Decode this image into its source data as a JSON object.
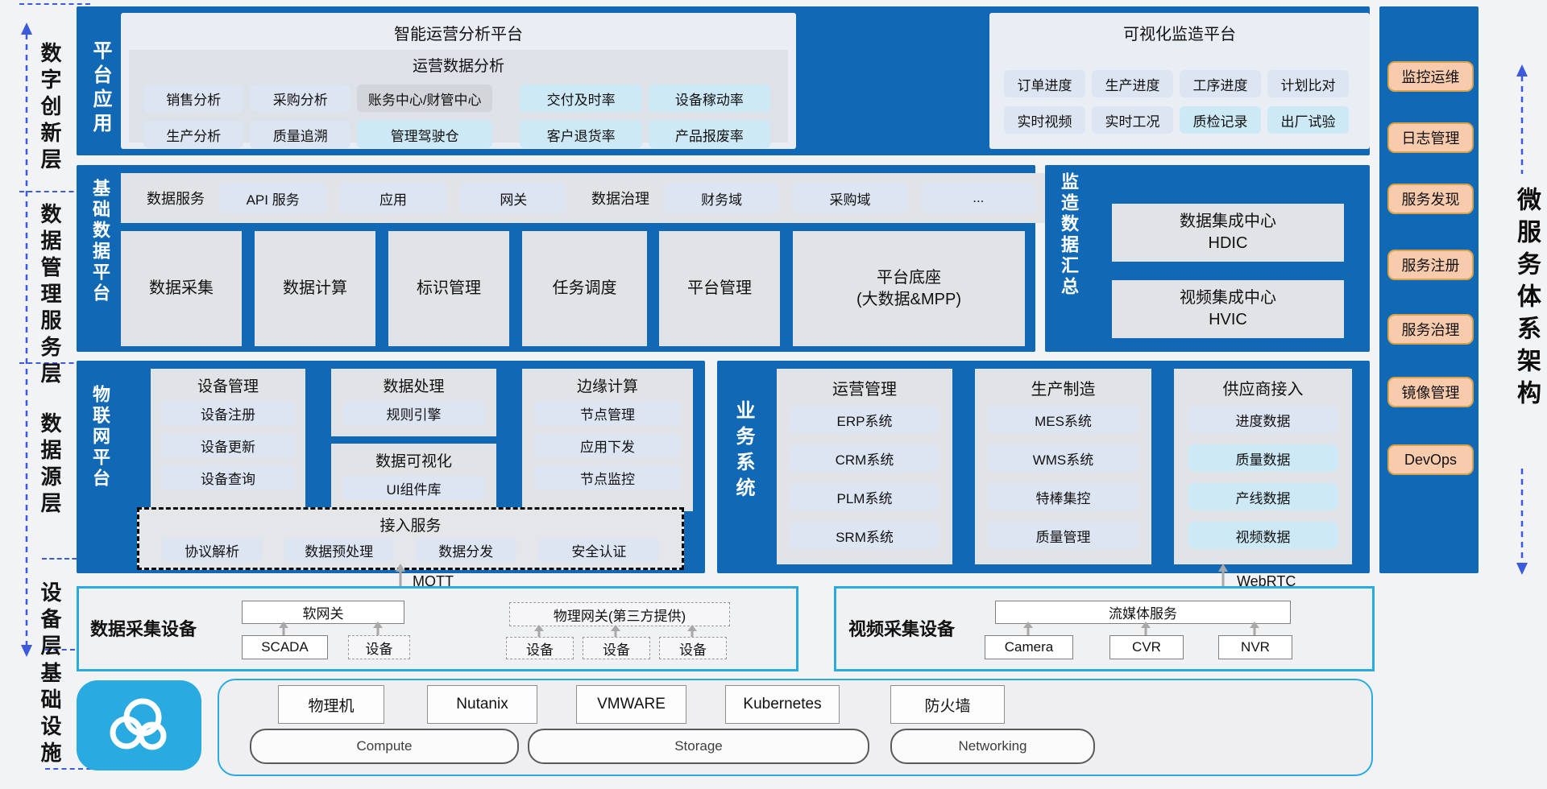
{
  "left_rail": {
    "layers": [
      "数字创新层",
      "数据管理服务层",
      "数据源层",
      "设备层",
      "基础设施"
    ]
  },
  "row_platform": {
    "side_label": "平台应用",
    "ops": {
      "title": "智能运营分析平台",
      "subtitle": "运营数据分析",
      "row1": [
        "销售分析",
        "采购分析",
        "账务中心/财管中心",
        "交付及时率",
        "设备稼动率"
      ],
      "row2": [
        "生产分析",
        "质量追溯",
        "管理驾驶仓",
        "客户退货率",
        "产品报废率"
      ]
    },
    "visual": {
      "title": "可视化监造平台",
      "row1": [
        "订单进度",
        "生产进度",
        "工序进度",
        "计划比对"
      ],
      "row2": [
        "实时视频",
        "实时工况",
        "质检记录",
        "出厂试验"
      ]
    }
  },
  "row_data": {
    "base": {
      "side_label": "基础数据平台",
      "svc_group": {
        "label": "数据服务",
        "items": [
          "API 服务",
          "应用",
          "网关"
        ]
      },
      "gov_group": {
        "label": "数据治理",
        "items": [
          "财务域",
          "采购域",
          "..."
        ]
      },
      "modules": [
        "数据采集",
        "数据计算",
        "标识管理",
        "任务调度",
        "平台管理"
      ],
      "base_module": {
        "line1": "平台底座",
        "line2": "(大数据&MPP)"
      }
    },
    "summary": {
      "side_label": "监造数据汇总",
      "centers": [
        {
          "line1": "数据集成中心",
          "line2": "HDIC"
        },
        {
          "line1": "视频集成中心",
          "line2": "HVIC"
        }
      ]
    }
  },
  "row_source": {
    "iot": {
      "side_label": "物联网平台",
      "device_mgmt": {
        "title": "设备管理",
        "items": [
          "设备注册",
          "设备更新",
          "设备查询"
        ]
      },
      "data_proc": {
        "title": "数据处理",
        "items": [
          "规则引擎"
        ]
      },
      "data_vis": {
        "title": "数据可视化",
        "items": [
          "UI组件库"
        ]
      },
      "edge": {
        "title": "边缘计算",
        "items": [
          "节点管理",
          "应用下发",
          "节点监控"
        ]
      },
      "access": {
        "title": "接入服务",
        "items": [
          "协议解析",
          "数据预处理",
          "数据分发",
          "安全认证"
        ]
      }
    },
    "biz": {
      "side_label": "业务系统",
      "groups": [
        {
          "title": "运营管理",
          "items": [
            "ERP系统",
            "CRM系统",
            "PLM系统",
            "SRM系统"
          ]
        },
        {
          "title": "生产制造",
          "items": [
            "MES系统",
            "WMS系统",
            "特棒集控",
            "质量管理"
          ]
        },
        {
          "title": "供应商接入",
          "items": [
            "进度数据",
            "质量数据",
            "产线数据",
            "视频数据"
          ]
        }
      ]
    }
  },
  "connectors": {
    "mqtt": "MQTT",
    "webrtc": "WebRTC"
  },
  "row_device": {
    "daq": {
      "label": "数据采集设备",
      "soft_gateway": "软网关",
      "scada": "SCADA",
      "device": "设备",
      "phys_gateway": "物理网关(第三方提供)"
    },
    "video": {
      "label": "视频采集设备",
      "stream": "流媒体服务",
      "sources": [
        "Camera",
        "CVR",
        "NVR"
      ]
    }
  },
  "row_infra": {
    "items": [
      "物理机",
      "Nutanix",
      "VMWARE",
      "Kubernetes",
      "防火墙"
    ],
    "pills": [
      "Compute",
      "Storage",
      "Networking"
    ]
  },
  "right_rail": {
    "items": [
      "监控运维",
      "日志管理",
      "服务发现",
      "服务注册",
      "服务治理",
      "镜像管理",
      "DevOps"
    ],
    "side_label": "微服务体系架构"
  },
  "colors": {
    "primary_blue": "#1168b4",
    "cyan_accent": "#29abe2",
    "button_lightcyan": "#cde9f6",
    "button_periwinkle": "#dde4f2",
    "button_gray": "#d2d6db",
    "orange_button_fill": "#f8cbad",
    "orange_button_border": "#d8a24a",
    "dashed_arrow_blue": "#3a5ae0",
    "connector_gray": "#a8a8a8"
  }
}
